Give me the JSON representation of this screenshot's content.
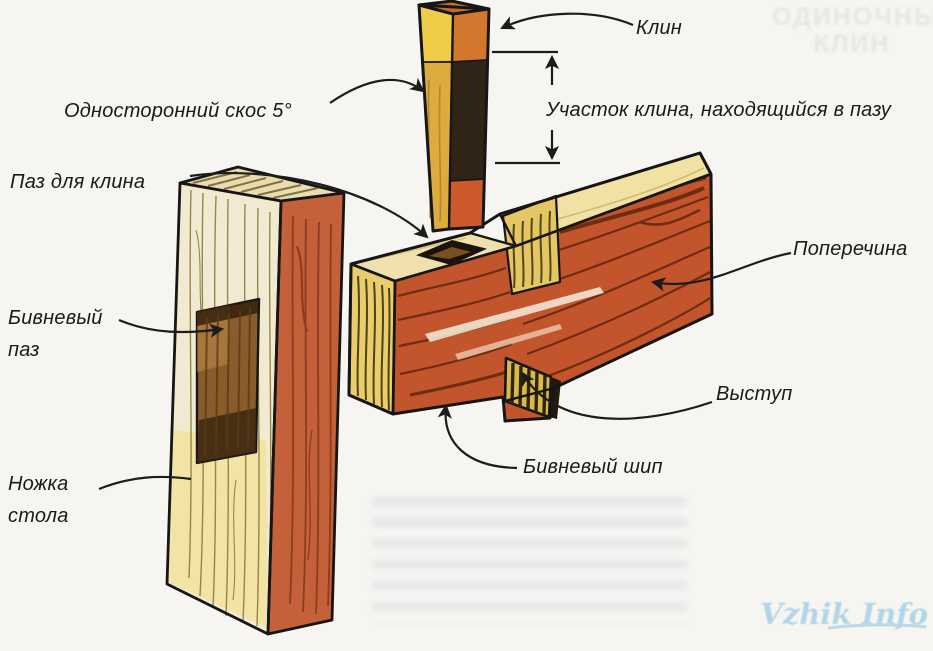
{
  "diagram": {
    "title_meaning": "Tusk tenon joint with single wedge (exploded view)",
    "labels": {
      "klin": "Клин",
      "uchastok": "Участок клина, находящийся в пазу",
      "skos": "Односторонний скос 5°",
      "paz_dlya_klina": "Паз для клина",
      "bivnevy_paz_l1": "Бивневый",
      "bivnevy_paz_l2": "паз",
      "nozhka_l1": "Ножка",
      "nozhka_l2": "стола",
      "poperechina": "Поперечина",
      "vystup": "Выступ",
      "bivnevy_ship": "Бивневый шип"
    },
    "watermarks": {
      "top_right_l1": "ОДИНОЧНЫЙ",
      "top_right_l2": "КЛИН",
      "site": "Vzhik Info"
    },
    "colors": {
      "paper": "#f7f5f1",
      "outline": "#161616",
      "wood_red": "#c2552b",
      "wood_grain_dark": "#6b2a10",
      "wood_pale": "#f2ead0",
      "end_grain_yellow": "#e8cd6a",
      "beam_top": "#f1e2a4",
      "slot_dark": "#1d1207",
      "mortise_brown": "#8a5c2c",
      "wedge_dark": "#2f2416",
      "wedge_orange": "#d4772e",
      "watermark_blue": "#b2d6e8"
    }
  }
}
